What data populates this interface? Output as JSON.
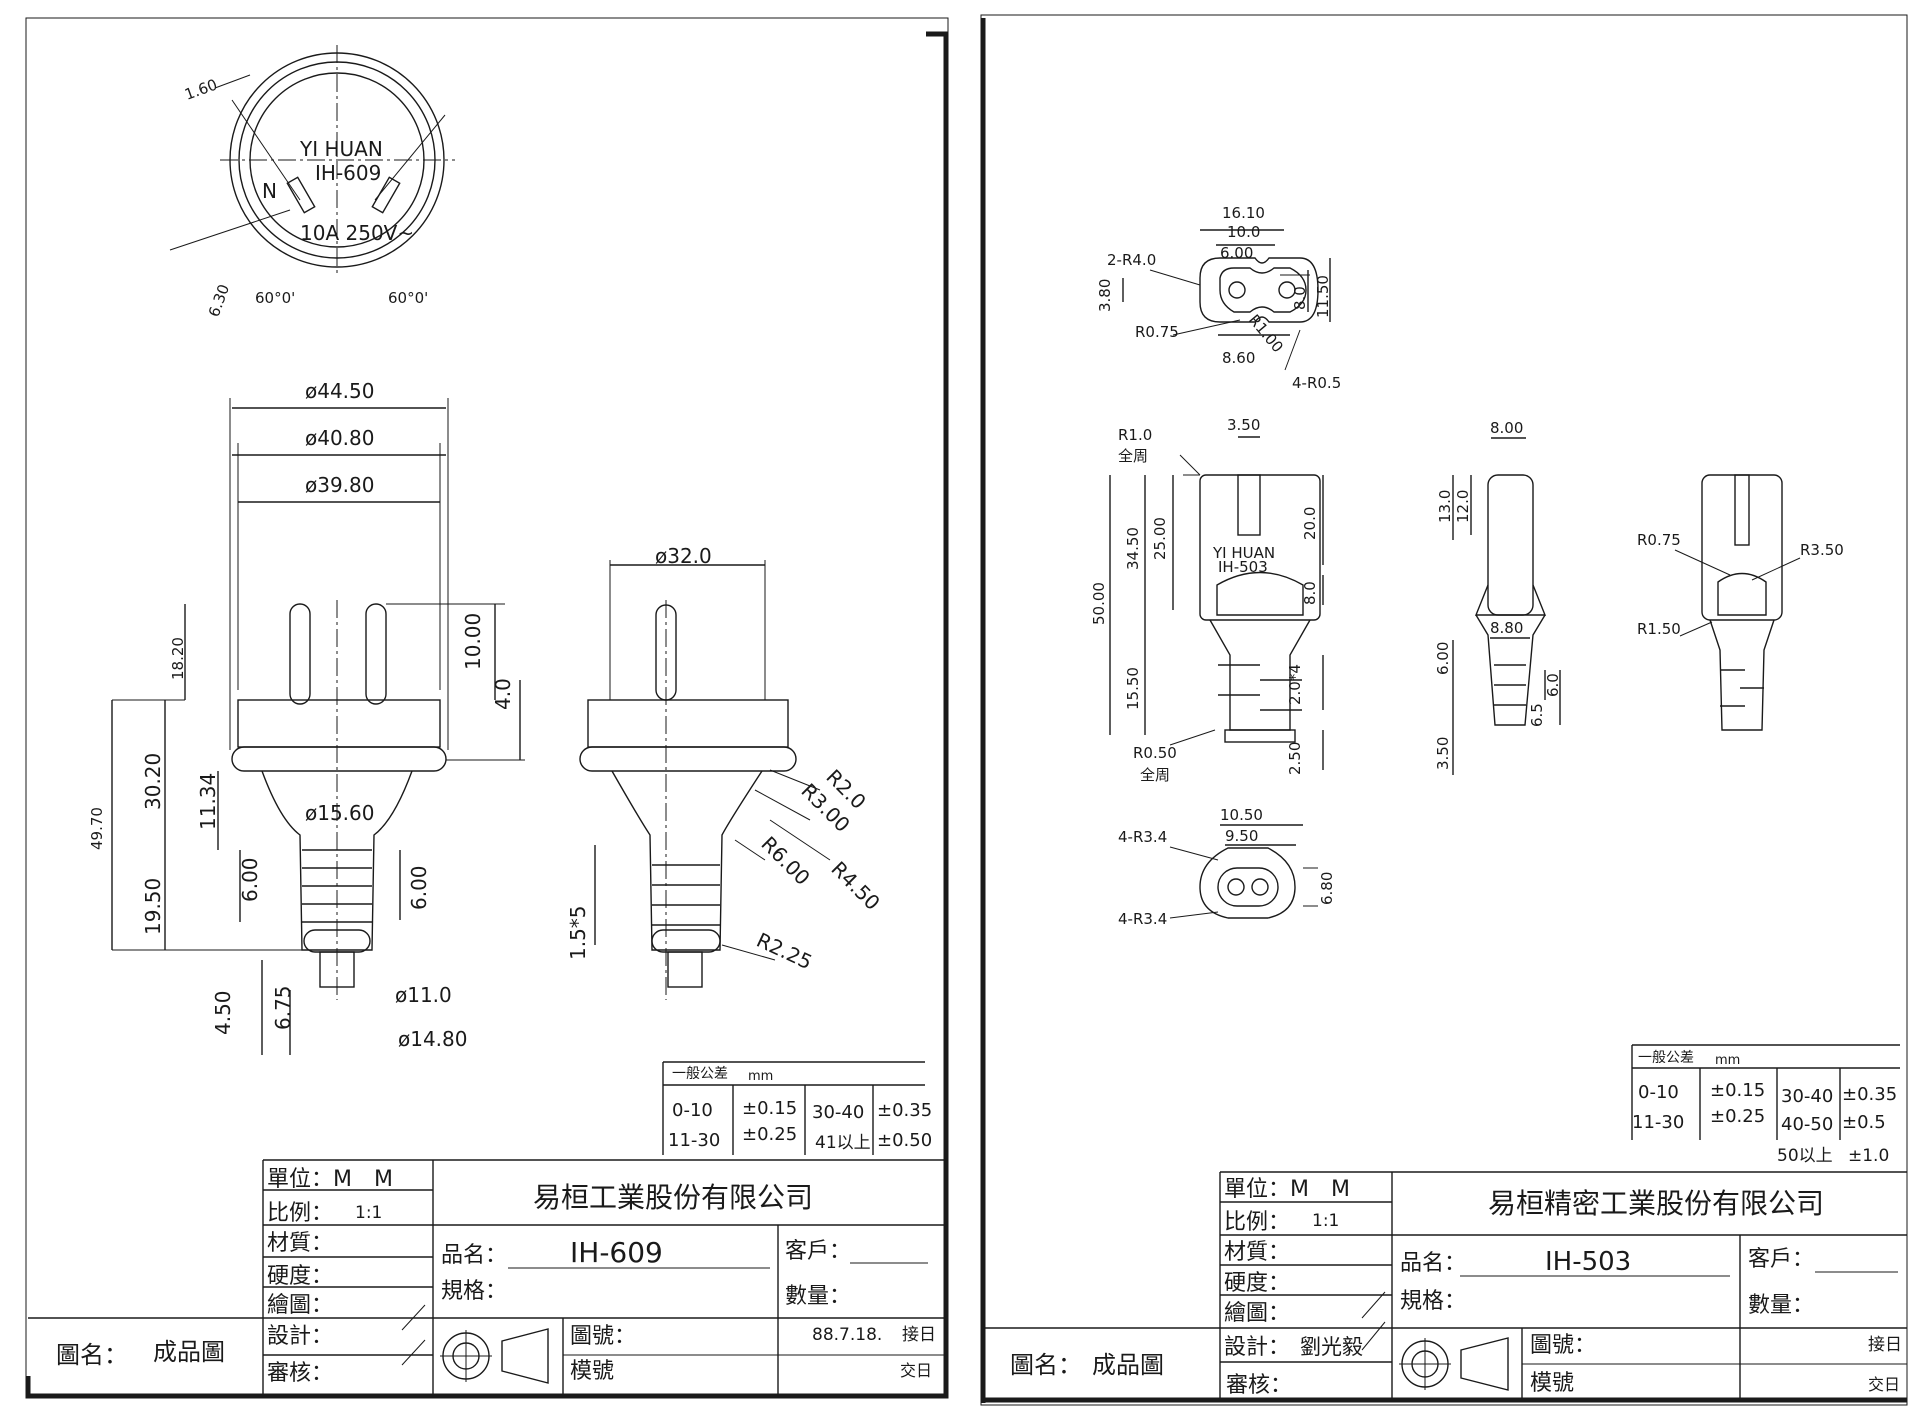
{
  "left_sheet": {
    "top_view": {
      "brand": "YI HUAN",
      "model": "IH-609",
      "pin_mark": "N",
      "rating": "10A  250V~",
      "dims": [
        "1.60",
        "6.30",
        "60°0'",
        "60°0'"
      ]
    },
    "side_view": {
      "dims": [
        "ø44.50",
        "ø40.80",
        "ø39.80",
        "18.20",
        "10.00",
        "4.0",
        "49.70",
        "30.20",
        "11.34",
        "ø15.60",
        "19.50",
        "6.00",
        "6.00",
        "4.50",
        "6.75",
        "ø11.0",
        "ø14.80"
      ]
    },
    "end_view": {
      "dims": [
        "ø32.0",
        "R2.0",
        "R3.00",
        "R6.00",
        "R4.50",
        "R2.25",
        "1.5*5"
      ]
    },
    "tolerance": {
      "header": "一般公差",
      "unit": "mm",
      "rows": [
        [
          "0-10",
          "±0.15",
          "30-40",
          "±0.35"
        ],
        [
          "11-30",
          "±0.25",
          "41以上",
          "±0.50"
        ]
      ]
    },
    "title_block": {
      "unit_label": "單位：M　M",
      "scale_label": "比例：",
      "scale_value": "1:1",
      "material_label": "材質：",
      "hardness_label": "硬度：",
      "drawn_label": "繪圖：",
      "design_label": "設計：",
      "review_label": "審核：",
      "company": "易桓工業股份有限公司",
      "product_label": "品名：",
      "product_value": "IH-609",
      "spec_label": "規格：",
      "customer_label": "客戶：",
      "quantity_label": "數量：",
      "drawing_no_label": "圖號：",
      "mold_no_label": "模號",
      "date": "88.7.18.",
      "receive_label": "接日",
      "deliver_label": "交日",
      "drawing_name_label": "圖名：",
      "drawing_name_value": "成品圖"
    }
  },
  "right_sheet": {
    "top_view": {
      "dims": [
        "16.10",
        "10.0",
        "6.00",
        "2-R4.0",
        "3.80",
        "8.0",
        "11.50",
        "R0.75",
        "R1.00",
        "8.60",
        "4-R0.5"
      ]
    },
    "front_view": {
      "brand": "YI HUAN",
      "model": "IH-503",
      "dims": [
        "R1.0",
        "全周",
        "3.50",
        "34.50",
        "25.00",
        "20.0",
        "8.0",
        "50.00",
        "15.50",
        "2.0*4",
        "R0.50",
        "全周",
        "2.50"
      ]
    },
    "side_view": {
      "dims": [
        "8.00",
        "13.0",
        "12.0",
        "8.80",
        "6.00",
        "3.50",
        "6.0",
        "6.5"
      ]
    },
    "back_view": {
      "dims": [
        "R0.75",
        "R3.50",
        "R1.50"
      ]
    },
    "bottom_view": {
      "dims": [
        "10.50",
        "9.50",
        "4-R3.4",
        "4-R3.4",
        "6.80"
      ]
    },
    "tolerance": {
      "header": "一般公差",
      "unit": "mm",
      "rows": [
        [
          "0-10",
          "±0.15",
          "30-40",
          "±0.35"
        ],
        [
          "11-30",
          "±0.25",
          "40-50",
          "±0.5"
        ],
        [
          "",
          "",
          "50以上",
          "±1.0"
        ]
      ]
    },
    "title_block": {
      "unit_label": "單位：M　M",
      "scale_label": "比例：",
      "scale_value": "1:1",
      "material_label": "材質：",
      "hardness_label": "硬度：",
      "drawn_label": "繪圖：",
      "design_label": "設計：",
      "designer": "劉光毅",
      "review_label": "審核：",
      "company": "易桓精密工業股份有限公司",
      "product_label": "品名：",
      "product_value": "IH-503",
      "spec_label": "規格：",
      "customer_label": "客戶：",
      "quantity_label": "數量：",
      "drawing_no_label": "圖號：",
      "mold_no_label": "模號",
      "receive_label": "接日",
      "deliver_label": "交日",
      "drawing_name_label": "圖名：",
      "drawing_name_value": "成品圖"
    }
  }
}
